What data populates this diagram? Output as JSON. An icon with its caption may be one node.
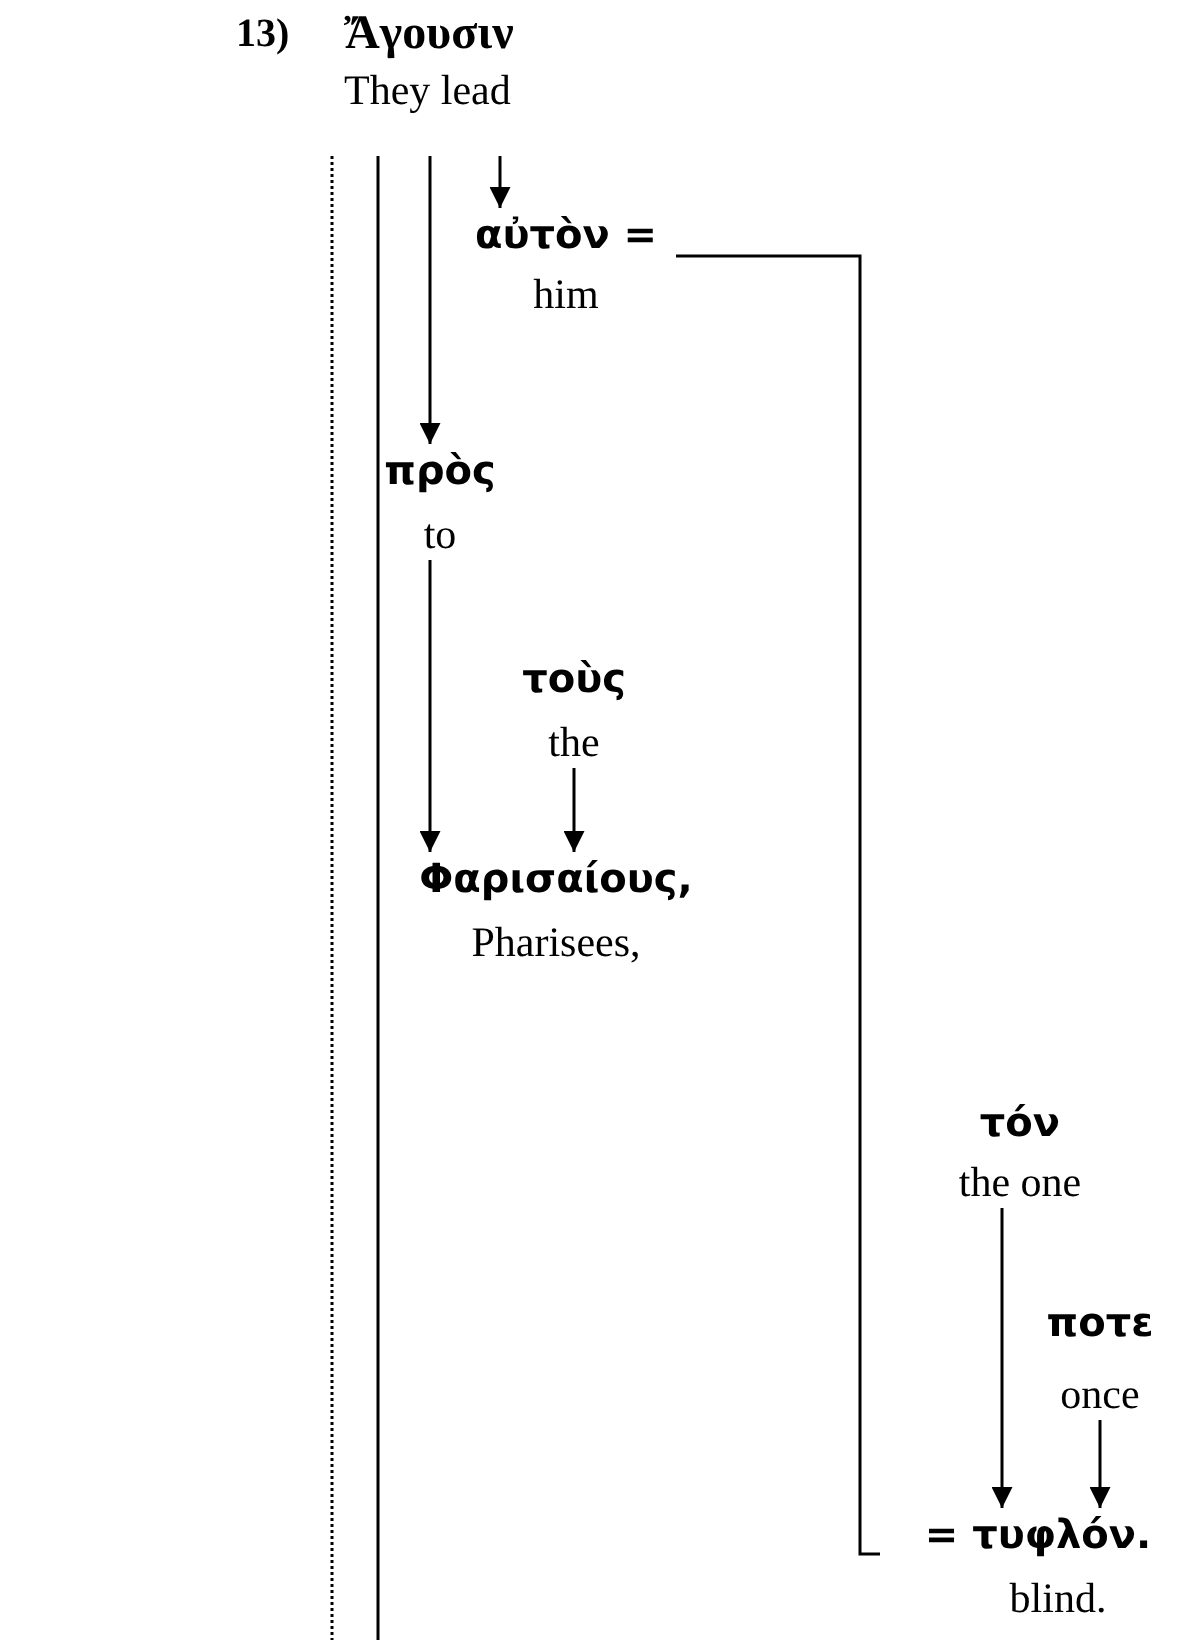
{
  "diagram": {
    "nodes": [
      {
        "text": [
          "Ἄγουσιν",
          "They lead"
        ]
      },
      {
        "text": [
          "αὐτὸν =",
          "him"
        ]
      },
      {
        "text": [
          "πρὸς",
          "to"
        ]
      },
      {
        "text": [
          "τοὺς",
          "the"
        ]
      },
      {
        "text": [
          "Φαρισαίους,",
          "Pharisees,"
        ]
      },
      {
        "text": [
          "τόν",
          "the one"
        ]
      },
      {
        "text": [
          "ποτε",
          "once"
        ]
      },
      {
        "text": [
          "= τυφλόν.",
          "blind."
        ]
      }
    ],
    "edges": [
      {
        "from": 0,
        "to": 1,
        "arrow": "to"
      },
      {
        "from": 0,
        "to": 2,
        "arrow": "to"
      },
      {
        "from": 2,
        "to": 4,
        "arrow": "to"
      },
      {
        "from": 3,
        "to": 4,
        "arrow": "to"
      },
      {
        "from": 1,
        "to": 7,
        "arrow": "none"
      },
      {
        "from": 5,
        "to": 7,
        "arrow": "to"
      },
      {
        "from": 6,
        "to": 7,
        "arrow": "to"
      },
      {
        "from": 0,
        "to": null,
        "arrow": "none"
      },
      {
        "from": 0,
        "to": null,
        "arrow": "none",
        "style": "dashed"
      }
    ],
    "labels": [
      "13)"
    ]
  }
}
